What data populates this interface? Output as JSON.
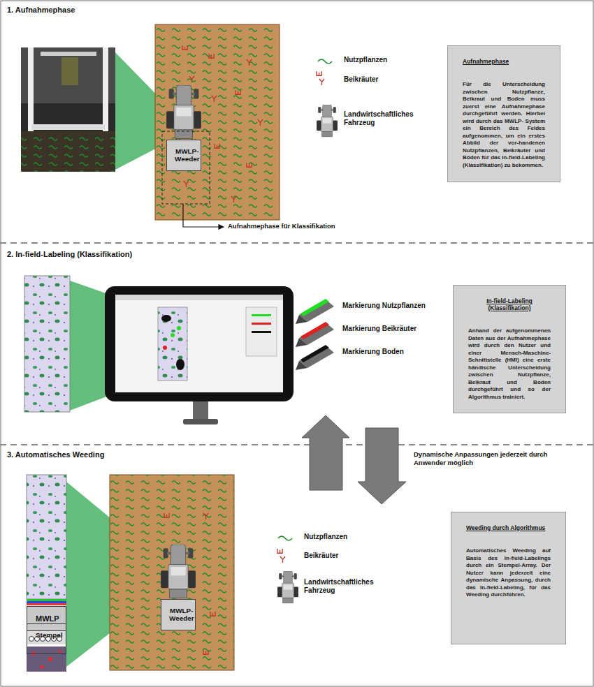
{
  "diagram": {
    "nodes": [
      {
        "text": [
          "1. Aufnahmephase"
        ]
      },
      {
        "text": [
          "MWLP-Weeder"
        ],
        "in": 0
      },
      {
        "text": [
          "Aufnahmephase",
          "Für die Unterscheidung zwischen Nutzpflanze, Beikraut und Boden muss zuerst eine Aufnahmephase durchgeführt werden. Hierbei wird durch das MWLP- System ein Bereich des Feldes aufgenommen, um ein erstes Abbild der vor-handenen Nutzpflanzen, Beikräuter und Böden für das In-field-Labeling (Klassifikation) zu bekommen."
        ],
        "in": 0
      },
      {
        "text": [
          "2. In-field-Labeling (Klassifikation)"
        ]
      },
      {
        "text": [
          "In-field-Labeling (Klassifikation)",
          "Anhand der aufgenommenen Daten aus der Aufnahmephase wird durch den Nutzer und einer Mensch-Maschine-Schnittstelle (HMI) eine erste händische Unterscheidung zwischen Nutzpflanze, Beikraut und Boden durchgeführt und so der Algorithmus trainiert."
        ],
        "in": 3
      },
      {
        "text": [
          "3. Automatisches Weeding"
        ]
      },
      {
        "text": [
          "MWLP"
        ],
        "in": 5
      },
      {
        "text": [
          "Stempel"
        ],
        "in": 5
      },
      {
        "text": [
          "MWLP-Weeder"
        ],
        "in": 5
      },
      {
        "text": [
          "Weeding durch Algorithmus",
          "Automatisches Weeding auf Basis des In-field-Labelings durch ein Stempel-Array. Der Nutzer kann jederzeit eine dynamische Anpassung, durch das In-field-Labeling, für das Weeding durchführen."
        ],
        "in": 5
      }
    ],
    "labels": [
      "Aufnahmephase für Klassifikation",
      "Dynamische Anpassungen jederzeit durch Anwender möglich"
    ],
    "legend": [
      {
        "text": "Nutzpflanzen"
      },
      {
        "text": "Beikräuter"
      },
      {
        "text": "Landwirtschaftliches Fahrzeug"
      },
      {
        "text": "Markierung Nutzpflanzen",
        "color": "#22dd22"
      },
      {
        "text": "Markierung Beikräuter",
        "color": "#dd2222"
      },
      {
        "text": "Markierung Boden",
        "color": "#111111"
      },
      {
        "text": "Nutzpflanzen"
      },
      {
        "text": "Beikräuter"
      },
      {
        "text": "Landwirtschaftliches Fahrzeug"
      }
    ]
  }
}
